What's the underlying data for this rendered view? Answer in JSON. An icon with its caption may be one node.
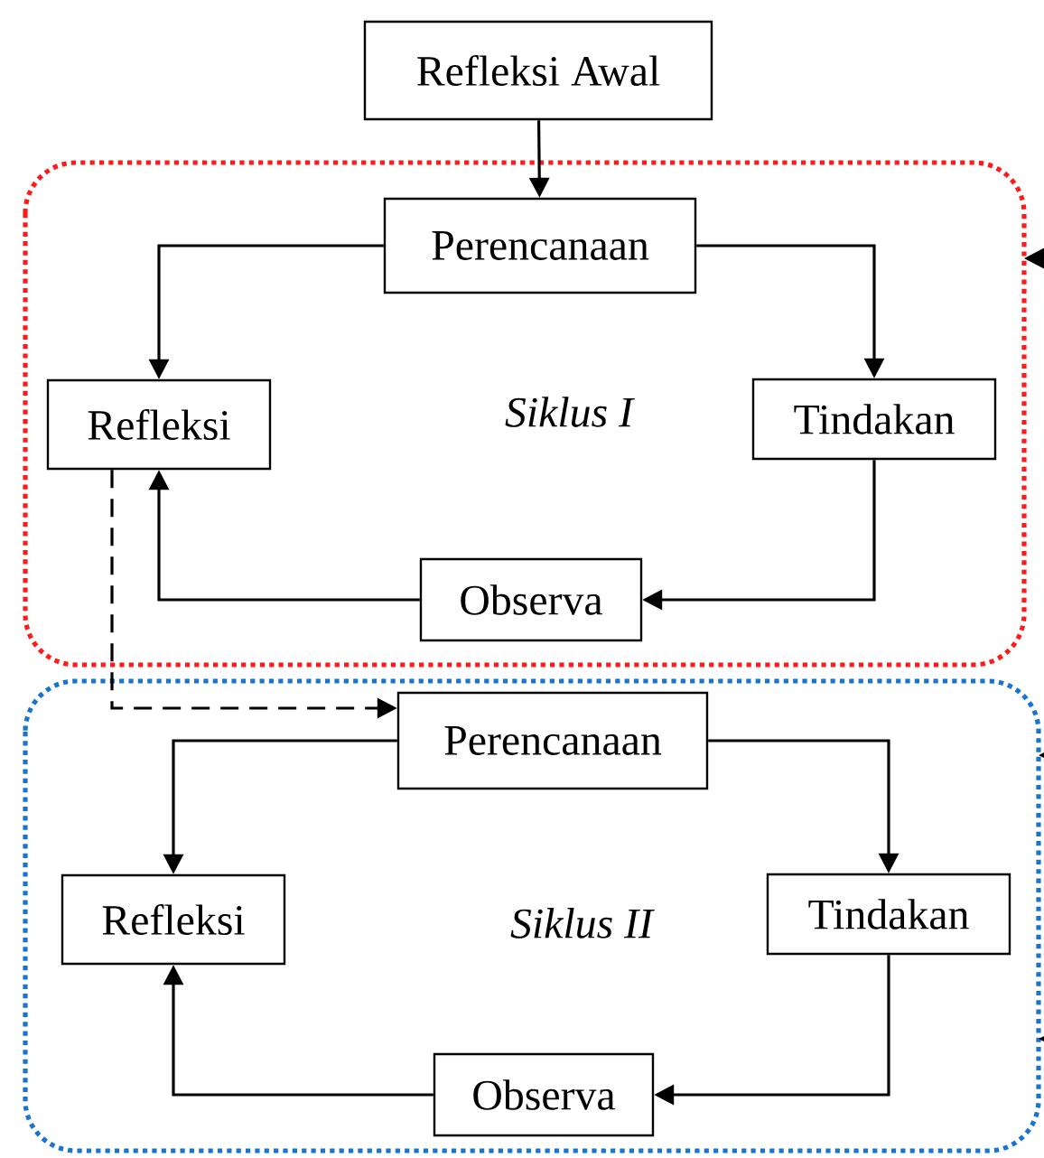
{
  "diagram": {
    "nodes": [
      {
        "text": [
          "Refleksi Awal"
        ]
      },
      {
        "text": [
          "Siklus I"
        ]
      },
      {
        "text": [
          "Perencanaan"
        ],
        "in": 1
      },
      {
        "text": [
          "Tindakan"
        ],
        "in": 1
      },
      {
        "text": [
          "Observa"
        ],
        "in": 1
      },
      {
        "text": [
          "Refleksi"
        ],
        "in": 1
      },
      {
        "text": [
          "Siklus II"
        ]
      },
      {
        "text": [
          "Perencanaan"
        ],
        "in": 6
      },
      {
        "text": [
          "Tindakan"
        ],
        "in": 6
      },
      {
        "text": [
          "Observa"
        ],
        "in": 6
      },
      {
        "text": [
          "Refleksi"
        ],
        "in": 6
      }
    ],
    "edges": [
      {
        "from": 0,
        "to": 2,
        "arrow": "to"
      },
      {
        "from": 2,
        "to": 5,
        "arrow": "to"
      },
      {
        "from": 2,
        "to": 3,
        "arrow": "to"
      },
      {
        "from": 3,
        "to": 4,
        "arrow": "to"
      },
      {
        "from": 4,
        "to": 5,
        "arrow": "to"
      },
      {
        "from": 5,
        "to": 7,
        "arrow": "to",
        "style": "dashed"
      },
      {
        "from": 7,
        "to": 10,
        "arrow": "to"
      },
      {
        "from": 7,
        "to": 8,
        "arrow": "to"
      },
      {
        "from": 8,
        "to": 9,
        "arrow": "to"
      },
      {
        "from": 9,
        "to": 10,
        "arrow": "to"
      },
      {
        "from": null,
        "to": 1,
        "arrow": "to"
      },
      {
        "from": null,
        "to": 6,
        "arrow": "to"
      },
      {
        "from": null,
        "to": 6,
        "arrow": "to"
      }
    ]
  }
}
